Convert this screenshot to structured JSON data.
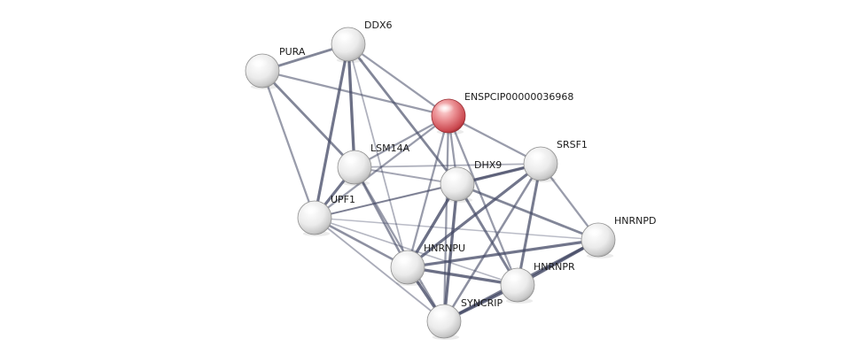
{
  "network": {
    "colors": {
      "node_default": "#e6e6e6",
      "node_query": "#d9474f",
      "edge": "#454a66",
      "label": "#1a1a1a",
      "background": "#ffffff"
    },
    "nodes": [
      {
        "id": "DDX6",
        "label": "DDX6",
        "query": false
      },
      {
        "id": "PURA",
        "label": "PURA",
        "query": false
      },
      {
        "id": "ENSPCIP00000036968",
        "label": "ENSPCIP00000036968",
        "query": true
      },
      {
        "id": "LSM14A",
        "label": "LSM14A",
        "query": false
      },
      {
        "id": "SRSF1",
        "label": "SRSF1",
        "query": false
      },
      {
        "id": "DHX9",
        "label": "DHX9",
        "query": false
      },
      {
        "id": "UPF1",
        "label": "UPF1",
        "query": false
      },
      {
        "id": "HNRNPD",
        "label": "HNRNPD",
        "query": false
      },
      {
        "id": "HNRNPU",
        "label": "HNRNPU",
        "query": false
      },
      {
        "id": "HNRNPR",
        "label": "HNRNPR",
        "query": false
      },
      {
        "id": "SYNCRIP",
        "label": "SYNCRIP",
        "query": false
      }
    ],
    "edges": [
      {
        "source": "DDX6",
        "target": "PURA",
        "strength": 0.7
      },
      {
        "source": "DDX6",
        "target": "LSM14A",
        "strength": 0.9
      },
      {
        "source": "DDX6",
        "target": "UPF1",
        "strength": 0.85
      },
      {
        "source": "DDX6",
        "target": "ENSPCIP00000036968",
        "strength": 0.5
      },
      {
        "source": "DDX6",
        "target": "DHX9",
        "strength": 0.7
      },
      {
        "source": "DDX6",
        "target": "HNRNPU",
        "strength": 0.3
      },
      {
        "source": "PURA",
        "target": "ENSPCIP00000036968",
        "strength": 0.5
      },
      {
        "source": "PURA",
        "target": "LSM14A",
        "strength": 0.7
      },
      {
        "source": "PURA",
        "target": "UPF1",
        "strength": 0.5
      },
      {
        "source": "ENSPCIP00000036968",
        "target": "LSM14A",
        "strength": 0.5
      },
      {
        "source": "ENSPCIP00000036968",
        "target": "DHX9",
        "strength": 0.5
      },
      {
        "source": "ENSPCIP00000036968",
        "target": "SRSF1",
        "strength": 0.5
      },
      {
        "source": "ENSPCIP00000036968",
        "target": "UPF1",
        "strength": 0.5
      },
      {
        "source": "ENSPCIP00000036968",
        "target": "HNRNPU",
        "strength": 0.5
      },
      {
        "source": "ENSPCIP00000036968",
        "target": "HNRNPR",
        "strength": 0.5
      },
      {
        "source": "ENSPCIP00000036968",
        "target": "SYNCRIP",
        "strength": 0.5
      },
      {
        "source": "LSM14A",
        "target": "UPF1",
        "strength": 0.85
      },
      {
        "source": "LSM14A",
        "target": "DHX9",
        "strength": 0.4
      },
      {
        "source": "LSM14A",
        "target": "SRSF1",
        "strength": 0.3
      },
      {
        "source": "LSM14A",
        "target": "HNRNPU",
        "strength": 0.6
      },
      {
        "source": "LSM14A",
        "target": "SYNCRIP",
        "strength": 0.5
      },
      {
        "source": "SRSF1",
        "target": "DHX9",
        "strength": 0.9
      },
      {
        "source": "SRSF1",
        "target": "HNRNPD",
        "strength": 0.5
      },
      {
        "source": "SRSF1",
        "target": "HNRNPU",
        "strength": 0.85
      },
      {
        "source": "SRSF1",
        "target": "HNRNPR",
        "strength": 0.8
      },
      {
        "source": "SRSF1",
        "target": "SYNCRIP",
        "strength": 0.6
      },
      {
        "source": "SRSF1",
        "target": "UPF1",
        "strength": 0.3
      },
      {
        "source": "DHX9",
        "target": "UPF1",
        "strength": 0.4
      },
      {
        "source": "DHX9",
        "target": "HNRNPD",
        "strength": 0.7
      },
      {
        "source": "DHX9",
        "target": "HNRNPU",
        "strength": 0.9
      },
      {
        "source": "DHX9",
        "target": "HNRNPR",
        "strength": 0.75
      },
      {
        "source": "DHX9",
        "target": "SYNCRIP",
        "strength": 0.9
      },
      {
        "source": "UPF1",
        "target": "HNRNPU",
        "strength": 0.6
      },
      {
        "source": "UPF1",
        "target": "HNRNPR",
        "strength": 0.25
      },
      {
        "source": "UPF1",
        "target": "SYNCRIP",
        "strength": 0.35
      },
      {
        "source": "UPF1",
        "target": "HNRNPD",
        "strength": 0.2
      },
      {
        "source": "HNRNPD",
        "target": "HNRNPU",
        "strength": 0.85
      },
      {
        "source": "HNRNPD",
        "target": "HNRNPR",
        "strength": 0.95
      },
      {
        "source": "HNRNPD",
        "target": "SYNCRIP",
        "strength": 0.8
      },
      {
        "source": "HNRNPU",
        "target": "HNRNPR",
        "strength": 0.9
      },
      {
        "source": "HNRNPU",
        "target": "SYNCRIP",
        "strength": 0.9
      },
      {
        "source": "HNRNPR",
        "target": "SYNCRIP",
        "strength": 0.95
      }
    ]
  }
}
